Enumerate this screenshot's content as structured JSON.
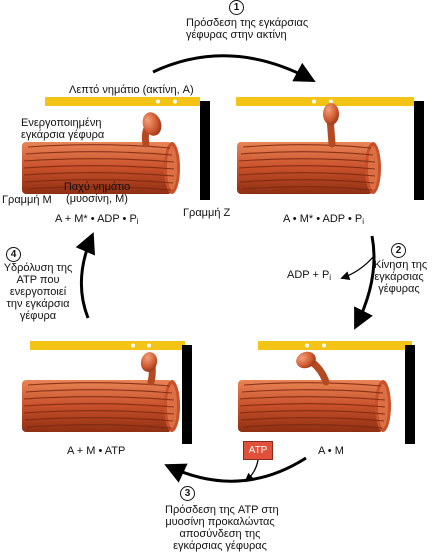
{
  "steps": {
    "step1": {
      "number": "1",
      "lines": [
        "Πρόσδεση της εγκάρσιας",
        "γέφυρας στην ακτίνη"
      ]
    },
    "step2": {
      "number": "2",
      "lines": [
        "Κίνηση της",
        "εγκάρσιας",
        "γέφυρας"
      ]
    },
    "step3": {
      "number": "3",
      "lines": [
        "Πρόσδεση της ATP στη",
        "μυοσίνη προκαλώντας",
        "αποσύνδεση της",
        "εγκάρσιας γέφυρας"
      ]
    },
    "step4": {
      "number": "4",
      "lines": [
        "Υδρόλυση της",
        "ATP που",
        "ενεργοποιεί",
        "την εγκάρσια",
        "γέφυρα"
      ]
    }
  },
  "labels": {
    "thin_filament": "Λεπτό νημάτιο (ακτίνη, A)",
    "activated_bridge": [
      "Ενεργοποιημένη",
      "εγκάρσια γέφυρα"
    ],
    "thick_filament": [
      "Παχύ νημάτιο",
      "(μυοσίνη, M)"
    ],
    "m_line": "Γραμμή Μ",
    "z_line": "Γραμμή Ζ"
  },
  "states": {
    "top_left": {
      "main": "A + M* • ADP • P",
      "sub": "i"
    },
    "top_right": {
      "main": "A • M* • ADP • P",
      "sub": "i"
    },
    "bottom_left": {
      "main": "A + M • ATP"
    },
    "bottom_right": {
      "main": "A • M"
    }
  },
  "products": {
    "main": "ADP + P",
    "sub": "i"
  },
  "atp_badge": "ATP",
  "colors": {
    "actin": "#f3c316",
    "myosin": "#c8502a",
    "myosin_light": "#e98556",
    "myosin_dark": "#8e2f12",
    "z_disc": "#000000",
    "atp_badge": "#e0503a"
  }
}
